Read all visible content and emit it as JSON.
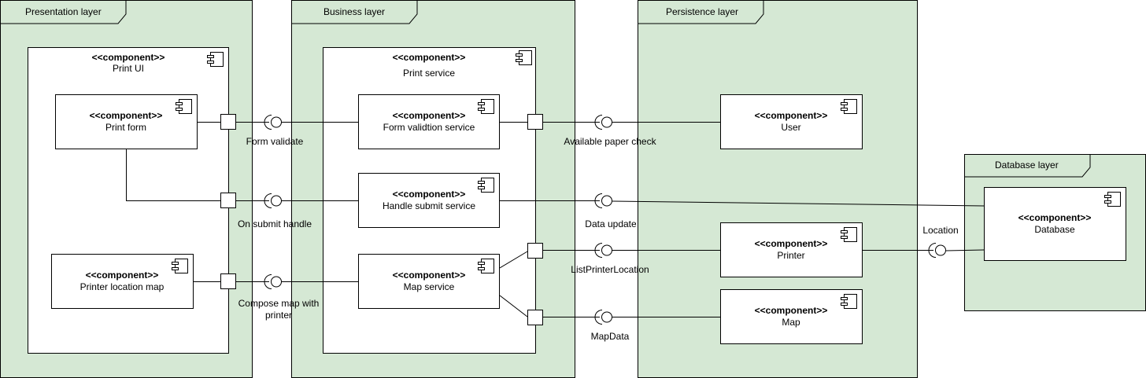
{
  "layers": {
    "presentation": "Presentation layer",
    "business": "Business layer",
    "persistence": "Persistence layer",
    "database": "Database layer"
  },
  "stereotype": "<<component>>",
  "components": {
    "print_ui": "Print UI",
    "print_form": "Print form",
    "printer_location_map": "Printer location map",
    "print_service": "Print service",
    "form_validation_service": "Form validtion service",
    "handle_submit_service": "Handle submit service",
    "map_service": "Map service",
    "user": "User",
    "printer": "Printer",
    "map": "Map",
    "database": "Database"
  },
  "interfaces": {
    "form_validate": "Form validate",
    "on_submit_handle": "On submit handle",
    "compose_map_line1": "Compose map with",
    "compose_map_line2": "printer",
    "available_paper_check": "Available paper check",
    "data_update": "Data update",
    "list_printer_location": "ListPrinterLocation",
    "map_data": "MapData",
    "location": "Location"
  }
}
